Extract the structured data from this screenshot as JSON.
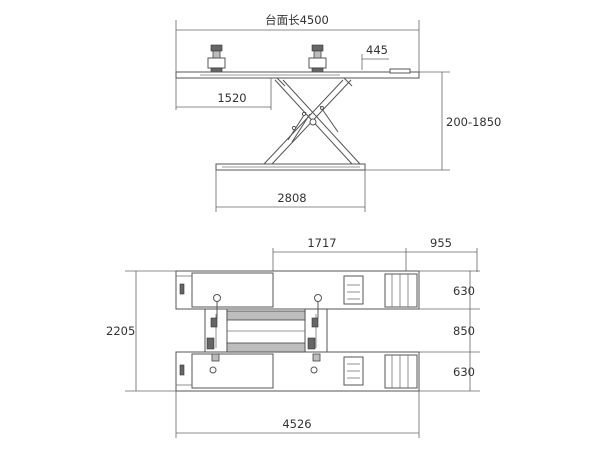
{
  "side_view": {
    "platform_length_label": "台面长4500",
    "wheel_stop_width": "445",
    "inner_length": "1520",
    "height_range": "200-1850",
    "base_length": "2808"
  },
  "top_view": {
    "section_length": "1717",
    "ramp_length": "955",
    "platform_width_top": "630",
    "gap_width": "850",
    "platform_width_bottom": "630",
    "overall_width": "2205",
    "overall_length": "4526"
  },
  "colors": {
    "line": "#555555",
    "fill_grey": "#bdbdbd"
  }
}
